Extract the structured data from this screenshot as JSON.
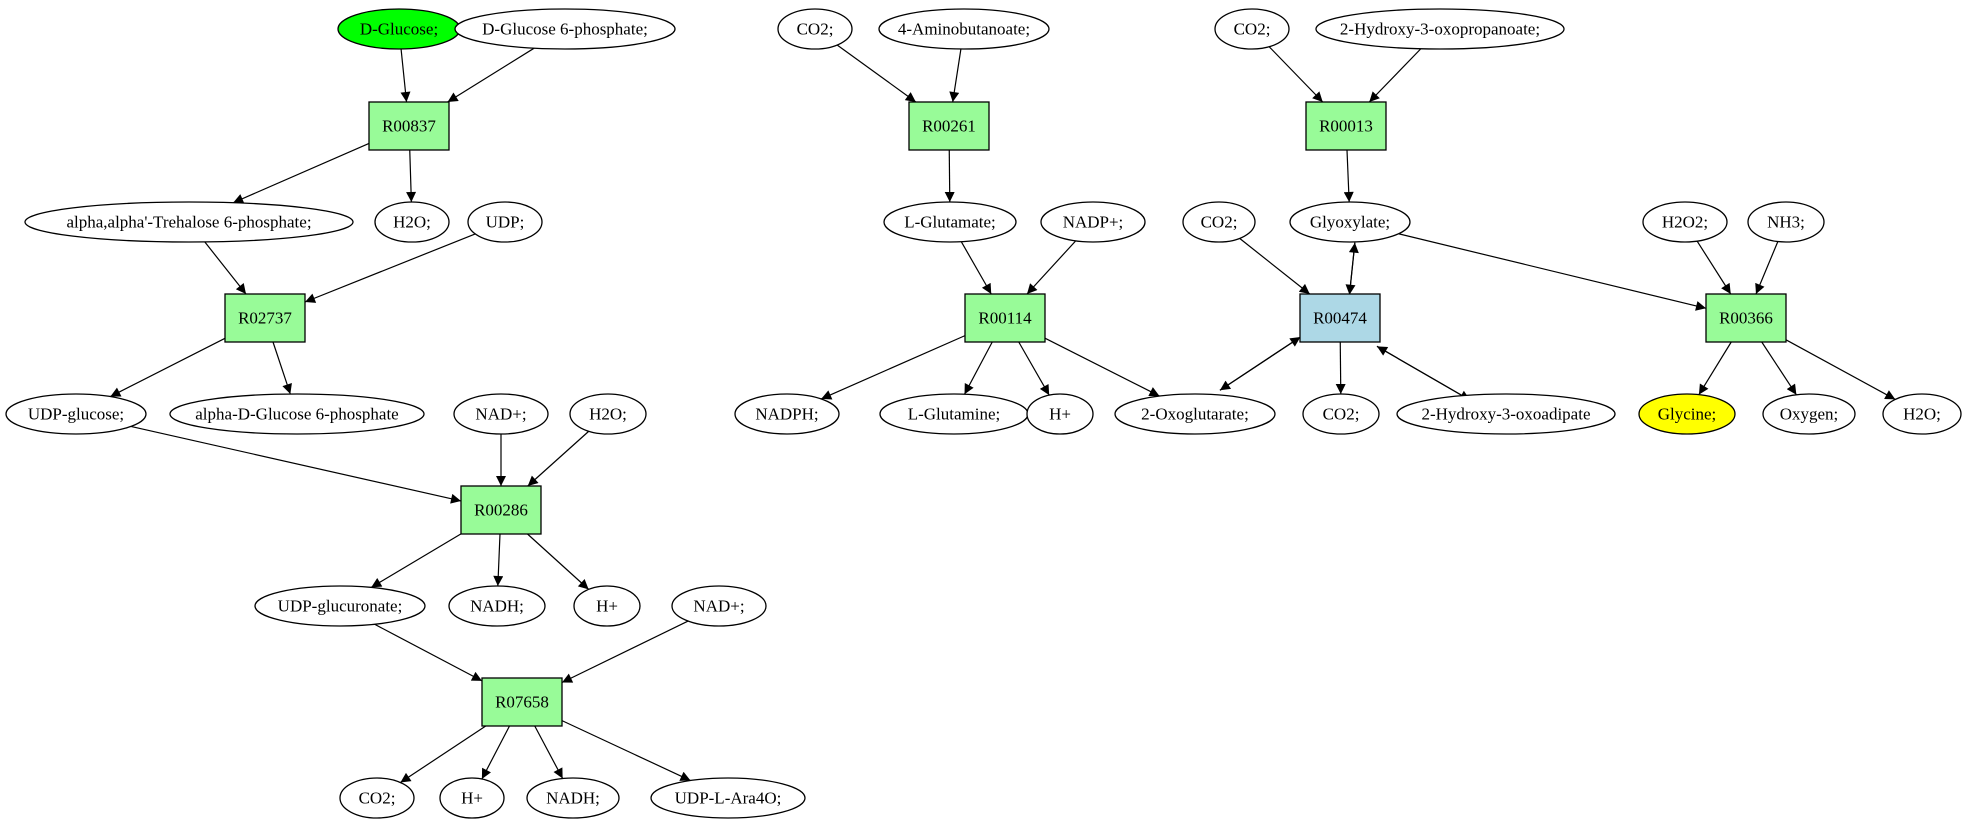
{
  "colors": {
    "metabolite_fill": "#ffffff",
    "reaction_fill": "#98fb98",
    "highlight_reaction_fill": "#add8e6",
    "source_fill": "#00ff00",
    "target_fill": "#ffff00",
    "stroke": "#000000"
  },
  "nodes": [
    {
      "id": "glucose",
      "label": "D-Glucose;",
      "kind": "metabolite",
      "role": "source"
    },
    {
      "id": "g6p_a",
      "label": "D-Glucose 6-phosphate;",
      "kind": "metabolite"
    },
    {
      "id": "R00837",
      "label": "R00837",
      "kind": "reaction"
    },
    {
      "id": "treh6p",
      "label": "alpha,alpha'-Trehalose 6-phosphate;",
      "kind": "metabolite"
    },
    {
      "id": "h2o_a",
      "label": "H2O;",
      "kind": "metabolite"
    },
    {
      "id": "udp",
      "label": "UDP;",
      "kind": "metabolite"
    },
    {
      "id": "R02737",
      "label": "R02737",
      "kind": "reaction"
    },
    {
      "id": "udpglc",
      "label": "UDP-glucose;",
      "kind": "metabolite"
    },
    {
      "id": "adg6p",
      "label": "alpha-D-Glucose 6-phosphate",
      "kind": "metabolite"
    },
    {
      "id": "nad_a",
      "label": "NAD+;",
      "kind": "metabolite"
    },
    {
      "id": "h2o_b",
      "label": "H2O;",
      "kind": "metabolite"
    },
    {
      "id": "R00286",
      "label": "R00286",
      "kind": "reaction"
    },
    {
      "id": "udpgluc",
      "label": "UDP-glucuronate;",
      "kind": "metabolite"
    },
    {
      "id": "nadh_a",
      "label": "NADH;",
      "kind": "metabolite"
    },
    {
      "id": "hplus_a",
      "label": "H+",
      "kind": "metabolite"
    },
    {
      "id": "nad_b",
      "label": "NAD+;",
      "kind": "metabolite"
    },
    {
      "id": "R07658",
      "label": "R07658",
      "kind": "reaction"
    },
    {
      "id": "co2_a",
      "label": "CO2;",
      "kind": "metabolite"
    },
    {
      "id": "hplus_b",
      "label": "H+",
      "kind": "metabolite"
    },
    {
      "id": "nadh_b",
      "label": "NADH;",
      "kind": "metabolite"
    },
    {
      "id": "udpara",
      "label": "UDP-L-Ara4O;",
      "kind": "metabolite"
    },
    {
      "id": "co2_b",
      "label": "CO2;",
      "kind": "metabolite"
    },
    {
      "id": "aminobut",
      "label": "4-Aminobutanoate;",
      "kind": "metabolite"
    },
    {
      "id": "R00261",
      "label": "R00261",
      "kind": "reaction"
    },
    {
      "id": "lglu",
      "label": "L-Glutamate;",
      "kind": "metabolite"
    },
    {
      "id": "nadp",
      "label": "NADP+;",
      "kind": "metabolite"
    },
    {
      "id": "R00114",
      "label": "R00114",
      "kind": "reaction"
    },
    {
      "id": "nadph",
      "label": "NADPH;",
      "kind": "metabolite"
    },
    {
      "id": "lgln",
      "label": "L-Glutamine;",
      "kind": "metabolite"
    },
    {
      "id": "hplus_c",
      "label": "H+",
      "kind": "metabolite"
    },
    {
      "id": "oxoglut",
      "label": "2-Oxoglutarate;",
      "kind": "metabolite"
    },
    {
      "id": "co2_c",
      "label": "CO2;",
      "kind": "metabolite"
    },
    {
      "id": "hydroxyoxoprop",
      "label": "2-Hydroxy-3-oxopropanoate;",
      "kind": "metabolite"
    },
    {
      "id": "R00013",
      "label": "R00013",
      "kind": "reaction"
    },
    {
      "id": "co2_d",
      "label": "CO2;",
      "kind": "metabolite"
    },
    {
      "id": "glyox",
      "label": "Glyoxylate;",
      "kind": "metabolite"
    },
    {
      "id": "R00474",
      "label": "R00474",
      "kind": "reaction",
      "role": "highlight"
    },
    {
      "id": "co2_e",
      "label": "CO2;",
      "kind": "metabolite"
    },
    {
      "id": "hydroxyoxoadip",
      "label": "2-Hydroxy-3-oxoadipate",
      "kind": "metabolite"
    },
    {
      "id": "h2o2",
      "label": "H2O2;",
      "kind": "metabolite"
    },
    {
      "id": "nh3",
      "label": "NH3;",
      "kind": "metabolite"
    },
    {
      "id": "R00366",
      "label": "R00366",
      "kind": "reaction"
    },
    {
      "id": "glycine",
      "label": "Glycine;",
      "kind": "metabolite",
      "role": "target"
    },
    {
      "id": "oxygen",
      "label": "Oxygen;",
      "kind": "metabolite"
    },
    {
      "id": "h2o_c",
      "label": "H2O;",
      "kind": "metabolite"
    }
  ],
  "edges": [
    {
      "from": "glucose",
      "to": "R00837"
    },
    {
      "from": "g6p_a",
      "to": "R00837"
    },
    {
      "from": "R00837",
      "to": "treh6p"
    },
    {
      "from": "R00837",
      "to": "h2o_a"
    },
    {
      "from": "treh6p",
      "to": "R02737"
    },
    {
      "from": "udp",
      "to": "R02737"
    },
    {
      "from": "R02737",
      "to": "udpglc"
    },
    {
      "from": "R02737",
      "to": "adg6p"
    },
    {
      "from": "udpglc",
      "to": "R00286"
    },
    {
      "from": "nad_a",
      "to": "R00286"
    },
    {
      "from": "h2o_b",
      "to": "R00286"
    },
    {
      "from": "R00286",
      "to": "udpgluc"
    },
    {
      "from": "R00286",
      "to": "nadh_a"
    },
    {
      "from": "R00286",
      "to": "hplus_a"
    },
    {
      "from": "udpgluc",
      "to": "R07658"
    },
    {
      "from": "nad_b",
      "to": "R07658"
    },
    {
      "from": "R07658",
      "to": "co2_a"
    },
    {
      "from": "R07658",
      "to": "hplus_b"
    },
    {
      "from": "R07658",
      "to": "nadh_b"
    },
    {
      "from": "R07658",
      "to": "udpara"
    },
    {
      "from": "co2_b",
      "to": "R00261"
    },
    {
      "from": "aminobut",
      "to": "R00261"
    },
    {
      "from": "R00261",
      "to": "lglu"
    },
    {
      "from": "lglu",
      "to": "R00114"
    },
    {
      "from": "nadp",
      "to": "R00114"
    },
    {
      "from": "R00114",
      "to": "nadph"
    },
    {
      "from": "R00114",
      "to": "lgln"
    },
    {
      "from": "R00114",
      "to": "hplus_c"
    },
    {
      "from": "R00114",
      "to": "oxoglut"
    },
    {
      "from": "co2_c",
      "to": "R00013"
    },
    {
      "from": "hydroxyoxoprop",
      "to": "R00013"
    },
    {
      "from": "R00013",
      "to": "glyox"
    },
    {
      "from": "co2_d",
      "to": "R00474"
    },
    {
      "from": "glyox",
      "to": "R00474"
    },
    {
      "from": "R00474",
      "to": "glyox"
    },
    {
      "from": "oxoglut",
      "to": "R00474"
    },
    {
      "from": "R00474",
      "to": "oxoglut"
    },
    {
      "from": "R00474",
      "to": "co2_e"
    },
    {
      "from": "hydroxyoxoadip",
      "to": "R00474"
    },
    {
      "from": "R00474",
      "to": "hydroxyoxoadip"
    },
    {
      "from": "glyox",
      "to": "R00366"
    },
    {
      "from": "h2o2",
      "to": "R00366"
    },
    {
      "from": "nh3",
      "to": "R00366"
    },
    {
      "from": "R00366",
      "to": "glycine"
    },
    {
      "from": "R00366",
      "to": "oxygen"
    },
    {
      "from": "R00366",
      "to": "h2o_c"
    }
  ]
}
